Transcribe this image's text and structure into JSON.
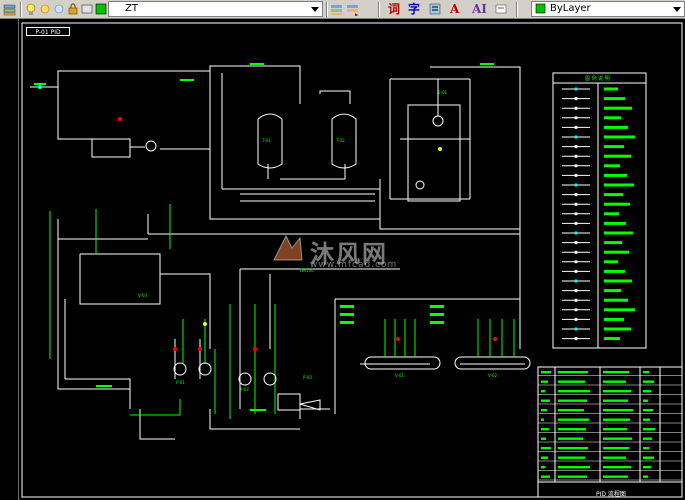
{
  "toolbar": {
    "layer_name": "ZT",
    "linetype_label": "ByLayer",
    "format_buttons": [
      {
        "name": "text-style",
        "label": "词",
        "color": "#c00000"
      },
      {
        "name": "char-style",
        "label": "字",
        "color": "#0000c0"
      },
      {
        "name": "text-align",
        "label": "A",
        "color": "#c00000"
      },
      {
        "name": "text-italic",
        "label": "AI",
        "color": "#7030a0"
      }
    ],
    "layer_color": "#00c000"
  },
  "drawing": {
    "tag": "P-01 PID",
    "legend_title": "图 例 说 明",
    "title_block_label": "PID 流程图",
    "equipment_labels": [
      "T-01",
      "T-02",
      "V-01",
      "V-02",
      "V-03",
      "E-01",
      "P-01",
      "P-02",
      "P-03",
      "DN100"
    ],
    "colors": {
      "line_white": "#ffffff",
      "line_green": "#00ff00",
      "line_cyan": "#00ffff",
      "line_yellow": "#ffff00",
      "line_red": "#ff0000"
    }
  },
  "watermark": {
    "brand": "沐风网",
    "url": "www.mfcad.com"
  }
}
